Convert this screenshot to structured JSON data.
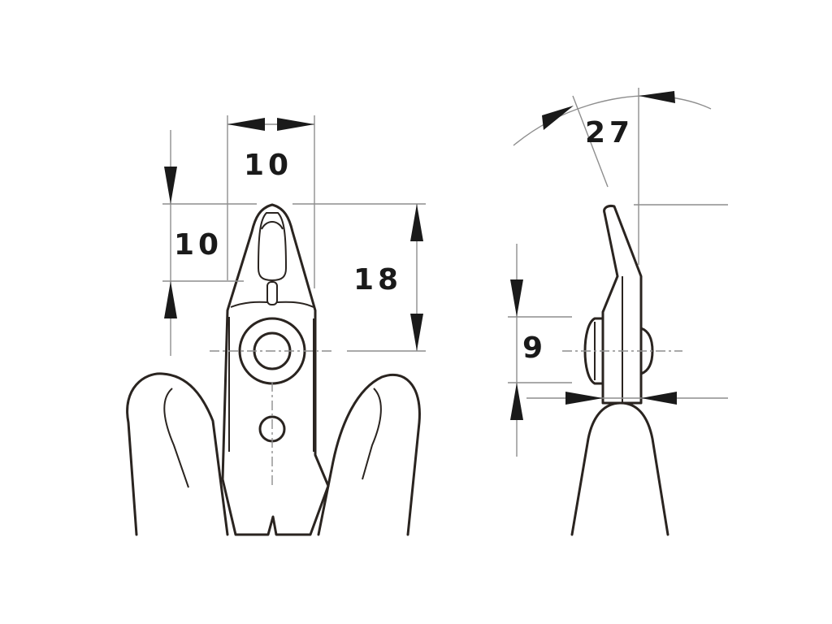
{
  "diagram": {
    "front_view": {
      "dimensions": {
        "tip_width": "10",
        "tip_length": "10",
        "jaw_length": "18"
      }
    },
    "side_view": {
      "dimensions": {
        "bend_angle": "27",
        "joint_thickness": "9"
      }
    },
    "colors": {
      "outline": "#2a2420",
      "dimension_lines": "#8e8e8e",
      "text_and_arrows": "#1a1a1a",
      "background": "#ffffff"
    }
  }
}
